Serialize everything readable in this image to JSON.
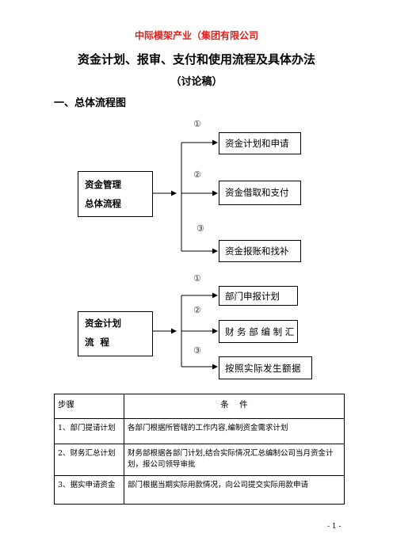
{
  "header": {
    "company": "中际模架产业（集团有限公司",
    "title": "资金计划、报审、支付和使用流程及具体办法",
    "subtitle": "（讨论稿）",
    "section": "一、总体流程图"
  },
  "flow1": {
    "main_line1": "资金管理",
    "main_line2": "总体流程",
    "steps": [
      {
        "num": "①",
        "label": "资金计划和申请"
      },
      {
        "num": "②",
        "label": "资金借取和支付"
      },
      {
        "num": "③",
        "label": "资金报账和找补"
      }
    ]
  },
  "flow2": {
    "main_line1": "资金计划",
    "main_line2": "流  程",
    "steps": [
      {
        "num": "①",
        "label": "部门申报计划"
      },
      {
        "num": "②",
        "label": "财 务 部 编 制 汇"
      },
      {
        "num": "③",
        "label": "按照实际发生额据"
      }
    ]
  },
  "table": {
    "headers": [
      "步骤",
      "条    件"
    ],
    "rows": [
      {
        "step": "1、部门提请计划",
        "condition": "各部门根据所管辖的工作内容,编制资金需求计划"
      },
      {
        "step": "2、财务汇总计划",
        "condition": "财务部根据各部门计划,结合实际情况汇总编制公司当月资金计划，报公司领导审批"
      },
      {
        "step": "3、据实申请资金",
        "condition": "部门根据当期实际用款情况，向公司提交实际用款申请"
      }
    ]
  },
  "footer": {
    "page": "- 1 -"
  }
}
